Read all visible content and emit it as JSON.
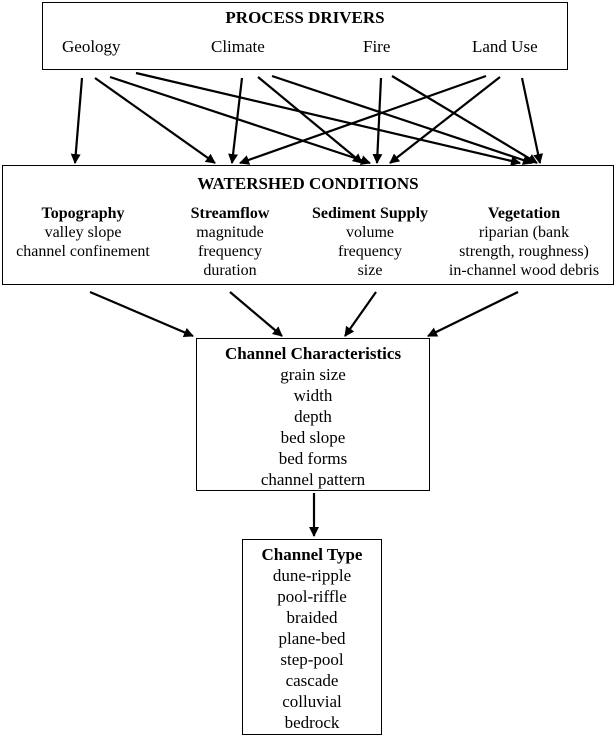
{
  "process_drivers": {
    "title": "PROCESS DRIVERS",
    "items": [
      "Geology",
      "Climate",
      "Fire",
      "Land Use"
    ]
  },
  "watershed_conditions": {
    "title": "WATERSHED CONDITIONS",
    "columns": [
      {
        "heading": "Topography",
        "lines": [
          "valley slope",
          "channel confinement"
        ]
      },
      {
        "heading": "Streamflow",
        "lines": [
          "magnitude",
          "frequency",
          "duration"
        ]
      },
      {
        "heading": "Sediment Supply",
        "lines": [
          "volume",
          "frequency",
          "size"
        ]
      },
      {
        "heading": "Vegetation",
        "lines": [
          "riparian (bank",
          "strength, roughness)",
          "in-channel wood debris"
        ]
      }
    ]
  },
  "channel_characteristics": {
    "title": "Channel Characteristics",
    "items": [
      "grain size",
      "width",
      "depth",
      "bed slope",
      "bed forms",
      "channel pattern"
    ]
  },
  "channel_type": {
    "title": "Channel Type",
    "items": [
      "dune-ripple",
      "pool-riffle",
      "braided",
      "plane-bed",
      "step-pool",
      "cascade",
      "colluvial",
      "bedrock"
    ]
  }
}
